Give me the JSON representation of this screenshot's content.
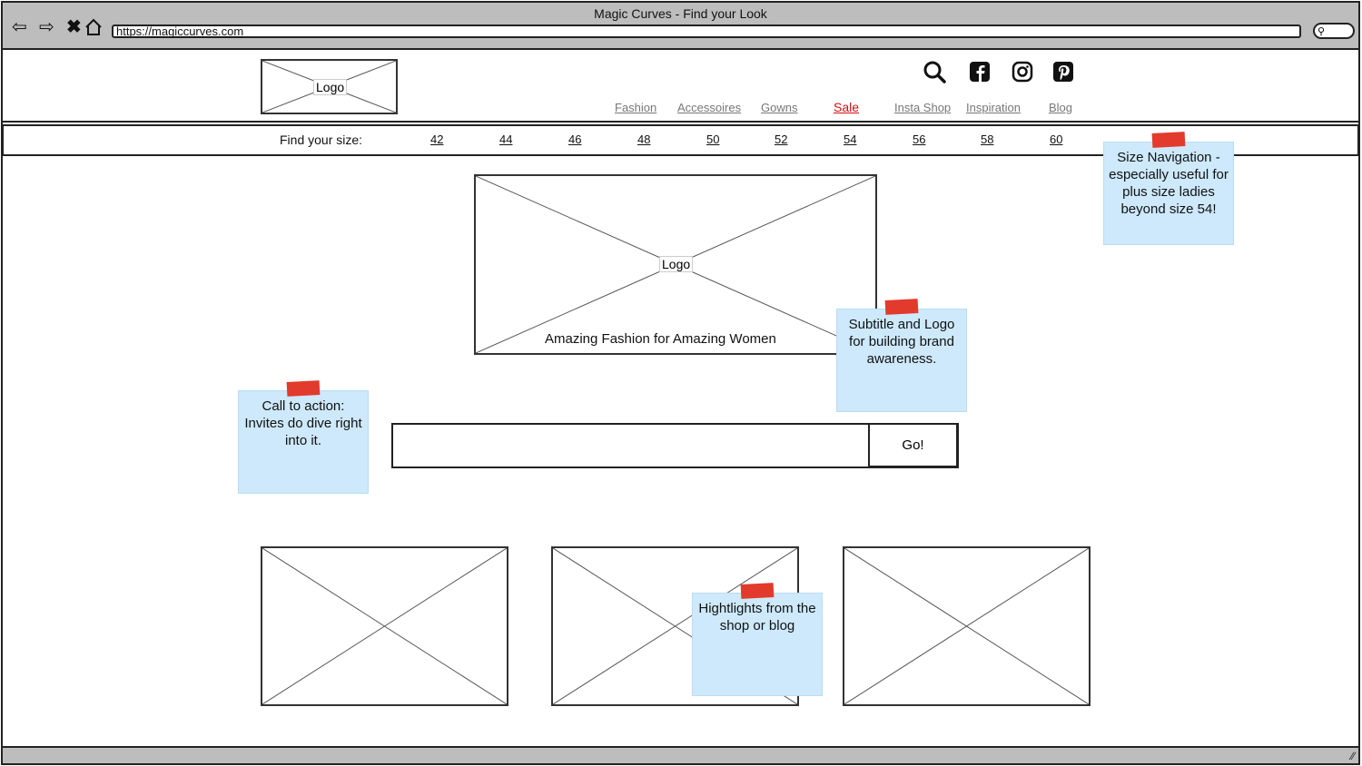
{
  "browser": {
    "window_title": "Magic Curves - Find your Look",
    "url": "https://magiccurves.com",
    "back_icon": "arrow-left-icon",
    "forward_icon": "arrow-right-icon",
    "close_icon": "x-icon",
    "home_icon": "home-icon"
  },
  "header": {
    "logo_label": "Logo",
    "icons": [
      "search-icon",
      "facebook-icon",
      "instagram-icon",
      "pinterest-icon"
    ],
    "nav": [
      {
        "label": "Fashion"
      },
      {
        "label": "Accessoires"
      },
      {
        "label": "Gowns"
      },
      {
        "label": "Sale",
        "color": "#d01010"
      },
      {
        "label": "Insta Shop"
      },
      {
        "label": "Inspiration"
      },
      {
        "label": "Blog"
      }
    ]
  },
  "sizebar": {
    "label": "Find your size:",
    "sizes": [
      "42",
      "44",
      "46",
      "48",
      "50",
      "52",
      "54",
      "56",
      "58",
      "60"
    ]
  },
  "hero": {
    "logo_label": "Logo",
    "subtitle": "Amazing Fashion for Amazing Women"
  },
  "cta": {
    "input_value": "",
    "button_label": "Go!"
  },
  "notes": [
    {
      "text": "Size Navigation - especially useful for plus size ladies beyond size 54!"
    },
    {
      "text": "Subtitle and Logo for building brand awareness."
    },
    {
      "text": "Call to action: Invites do dive right into it."
    },
    {
      "text": "Hightlights from the shop or blog"
    }
  ],
  "colors": {
    "note_bg": "#cde9fb",
    "tape": "#e23a2c",
    "chrome": "#bdbdbd",
    "sale": "#d01010"
  }
}
